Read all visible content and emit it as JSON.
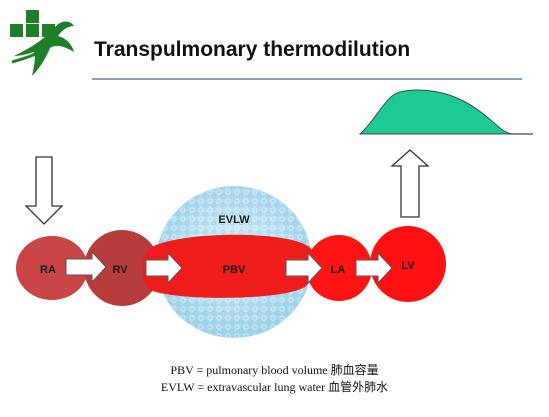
{
  "slide": {
    "title": "Transpulmonary thermodilution",
    "colors": {
      "logo_green": "#1e7e2a",
      "rule_blue": "#6c7fa0",
      "curve_fill": "#1ec995",
      "ra": "#c94545",
      "rv": "#b73c3c",
      "pbv": "#ef1c1c",
      "la": "#ff1414",
      "lv": "#ff1010",
      "evlw_bubble": "#b7dff0"
    },
    "logo_icon": "bird-cross-logo"
  },
  "diagram": {
    "nodes": [
      {
        "id": "ra",
        "label": "RA"
      },
      {
        "id": "rv",
        "label": "RV"
      },
      {
        "id": "pbv",
        "label": "PBV"
      },
      {
        "id": "la",
        "label": "LA"
      },
      {
        "id": "lv",
        "label": "LV"
      }
    ],
    "evlw_label": "EVLW",
    "edges": [
      {
        "from": "ra",
        "to": "rv"
      },
      {
        "from": "rv",
        "to": "pbv"
      },
      {
        "from": "pbv",
        "to": "la"
      },
      {
        "from": "la",
        "to": "lv"
      }
    ],
    "injection_arrow": "down-arrow-icon",
    "detection_arrow": "up-arrow-icon",
    "curve": "thermodilution-curve"
  },
  "legend": {
    "line1": "PBV =   pulmonary blood volume  肺血容量",
    "line2": "EVLW  =  extravascular lung water 血管外肺水"
  }
}
